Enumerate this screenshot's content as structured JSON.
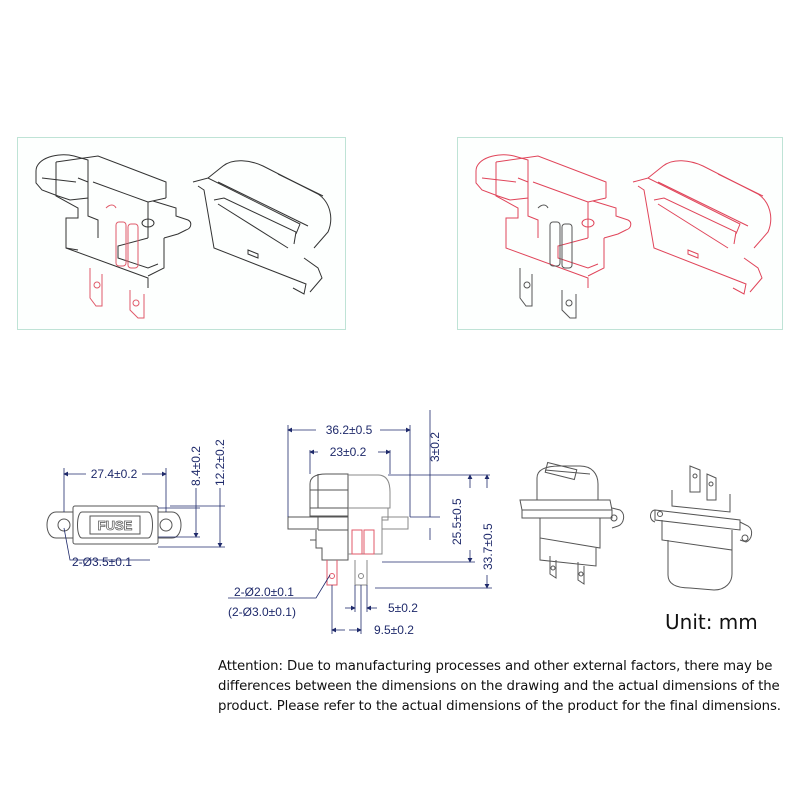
{
  "panels": [
    {
      "id": "black-isometric",
      "line_color": "#333333",
      "accent_color": "#e05a6a",
      "border_color": "#bfe3d6"
    },
    {
      "id": "red-isometric",
      "line_color": "#e0455a",
      "accent_color": "#555555",
      "border_color": "#bfe3d6"
    }
  ],
  "top_view": {
    "width_label": "27.4±0.2",
    "inner_height_label": "8.4±0.2",
    "outer_height_label": "12.2±0.2",
    "hole_label": "2-Ø3.5±0.1",
    "fuse_text": "FUSE"
  },
  "side_view": {
    "overall_width_label": "36.2±0.5",
    "body_width_label": "23±0.2",
    "flange_label": "3±0.2",
    "body_height_label": "25.5±0.5",
    "overall_height_label": "33.7±0.5",
    "terminal_hole_label": "2-Ø2.0±0.1",
    "terminal_hole_alt_label": "(2-Ø3.0±0.1)",
    "terminal_width_label": "5±0.2",
    "terminal_pitch_label": "9.5±0.2"
  },
  "dimension_color": "#1f2a6b",
  "unit_label": "Unit: mm",
  "attention_text": "Attention: Due to manufacturing processes and other external factors, there may be differences between the dimensions on the drawing and the actual dimensions of the product. Please refer to the actual dimensions of the product for the final dimensions."
}
